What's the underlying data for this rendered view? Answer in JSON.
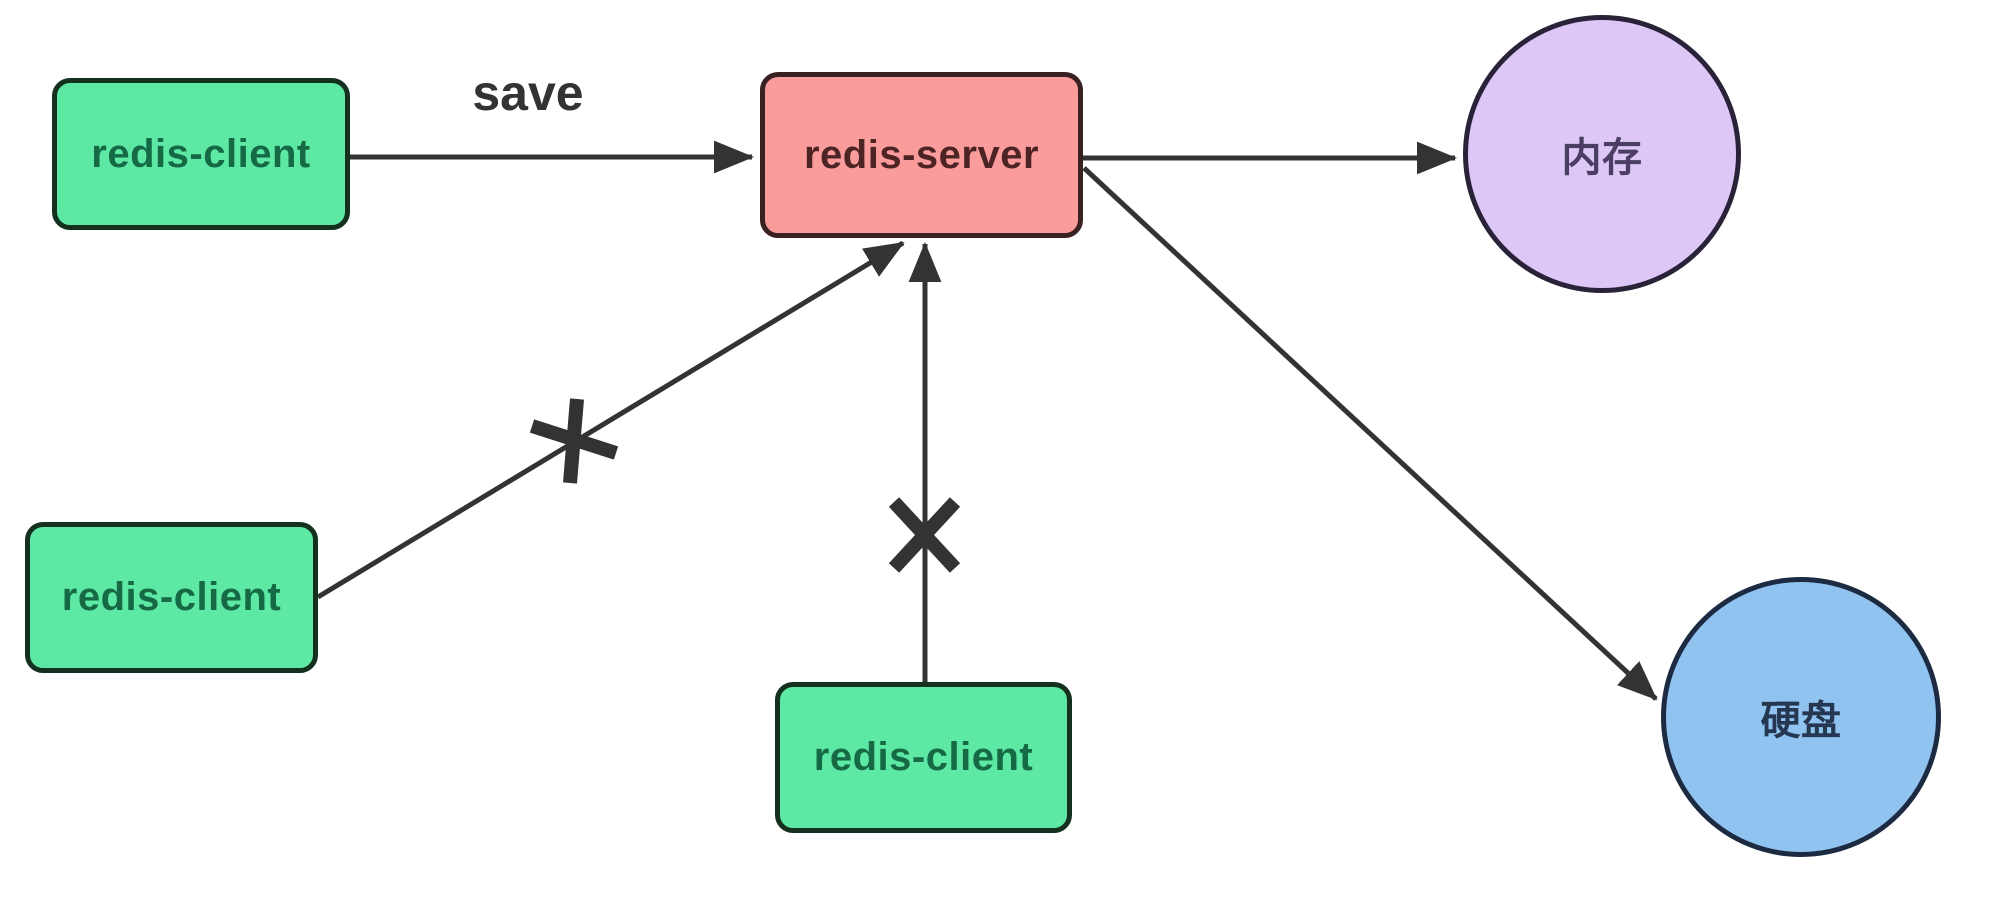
{
  "diagram": {
    "type": "flowchart",
    "topic": "redis persistence: clients, server, memory and disk"
  },
  "nodes": {
    "client_top": {
      "label": "redis-client",
      "shape": "rounded-rect"
    },
    "client_left": {
      "label": "redis-client",
      "shape": "rounded-rect"
    },
    "client_bottom": {
      "label": "redis-client",
      "shape": "rounded-rect"
    },
    "server": {
      "label": "redis-server",
      "shape": "rounded-rect"
    },
    "memory": {
      "label": "内存",
      "shape": "circle"
    },
    "disk": {
      "label": "硬盘",
      "shape": "circle"
    }
  },
  "edges": {
    "save_label": "save",
    "list": [
      {
        "from": "client_top",
        "to": "server",
        "label": "save",
        "style": "arrow"
      },
      {
        "from": "client_left",
        "to": "server",
        "label": "",
        "style": "arrow-blocked-x"
      },
      {
        "from": "client_bottom",
        "to": "server",
        "label": "",
        "style": "arrow-blocked-x"
      },
      {
        "from": "server",
        "to": "memory",
        "label": "",
        "style": "arrow"
      },
      {
        "from": "server",
        "to": "disk",
        "label": "",
        "style": "arrow"
      }
    ]
  },
  "colors": {
    "background": "#ffffff",
    "edge": "#333333",
    "client_fill": "#5de8a4",
    "client_border": "#14301f",
    "client_text": "#156a45",
    "server_fill": "#fb9c9c",
    "server_border": "#3b2222",
    "server_text": "#4d2424",
    "memory_fill": "#dcc7f7",
    "memory_border": "#2a2239",
    "memory_text": "#4a3f63",
    "disk_fill": "#90c3f0",
    "disk_border": "#1c2b42",
    "disk_text": "#263751"
  }
}
